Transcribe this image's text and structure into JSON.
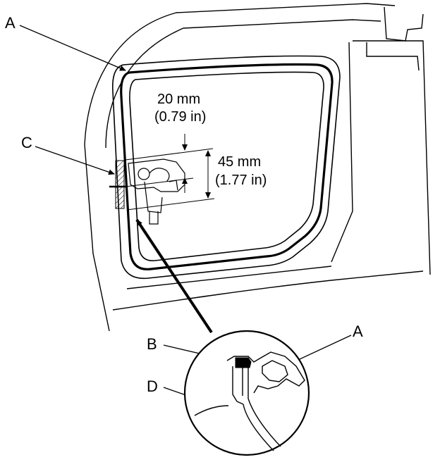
{
  "callouts": {
    "a_top": "A",
    "a_detail": "A",
    "b": "B",
    "c": "C",
    "d": "D"
  },
  "dimensions": {
    "small_mm": "20 mm",
    "small_in": "(0.79 in)",
    "large_mm": "45 mm",
    "large_in": "(1.77 in)"
  },
  "colors": {
    "line": "#000000",
    "background": "#ffffff"
  }
}
